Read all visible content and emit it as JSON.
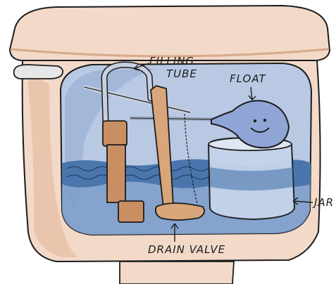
{
  "labels": {
    "filling": "FILLING",
    "tube": "TUBE",
    "float": "FLOAT",
    "jar": "JAR",
    "drain_valve": "DRAIN VALVE"
  },
  "colors": {
    "porcelain": "#f2d9c8",
    "porcelain_shadow": "#e4b89c",
    "water": "#7f9fc9",
    "water_dark": "#3f6ea7",
    "tank_interior": "#b9c9e3",
    "tube_wood": "#c98f63",
    "float_blue": "#8fa5d6",
    "jar_blue": "#c5d4ec",
    "ink": "#1c1c1c"
  }
}
